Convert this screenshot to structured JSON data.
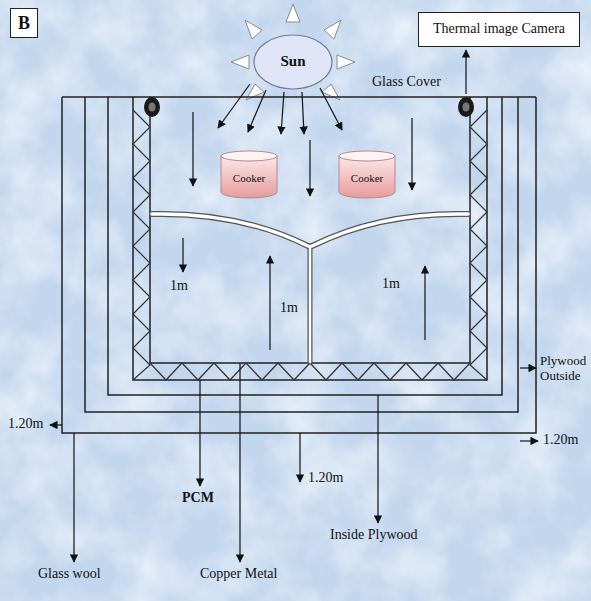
{
  "diagram": {
    "nodes": [
      {
        "text": [
          "B"
        ]
      },
      {
        "text": [
          "Sun"
        ]
      },
      {
        "text": [
          "Thermal image Camera"
        ]
      },
      {
        "text": [
          "Cooker"
        ]
      },
      {
        "text": [
          "Cooker"
        ]
      }
    ],
    "labels": [
      "Glass Cover",
      "1m",
      "1m",
      "1m",
      "Plywood Outside",
      "1.20m",
      "1.20m",
      "1.20m",
      "PCM",
      "Inside Plywood",
      "Glass wool",
      "Copper Metal"
    ]
  }
}
